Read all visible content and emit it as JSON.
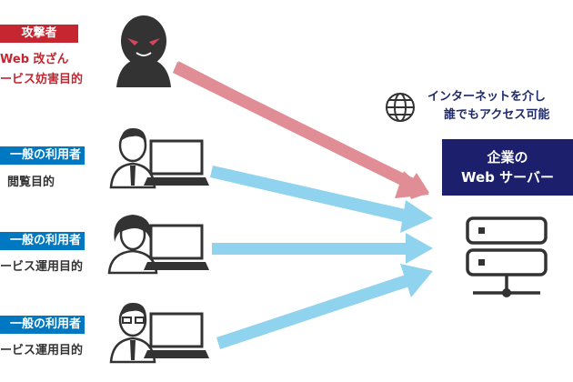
{
  "attacker": {
    "badge": "攻撃者",
    "lines": [
      "Web 改ざん",
      "ービス妨害目的"
    ]
  },
  "users": [
    {
      "badge": "一般の利用者",
      "purpose": "閲覧目的"
    },
    {
      "badge": "一般の利用者",
      "purpose": "ービス運用目的"
    },
    {
      "badge": "一般の利用者",
      "purpose": "ービス運用目的"
    }
  ],
  "internet": {
    "line1": "インターネットを介し",
    "line2": "誰でもアクセス可能"
  },
  "server": {
    "line1": "企業の",
    "line2": "Web サーバー"
  },
  "colors": {
    "attack_arrow": "#e08d96",
    "user_arrow": "#8fd3ef",
    "red": "#c5262f",
    "blue": "#0078c1",
    "navy": "#1c1f6b"
  },
  "icons": [
    "attacker-icon",
    "user-icon",
    "computer-icon",
    "globe-icon",
    "server-icon"
  ]
}
